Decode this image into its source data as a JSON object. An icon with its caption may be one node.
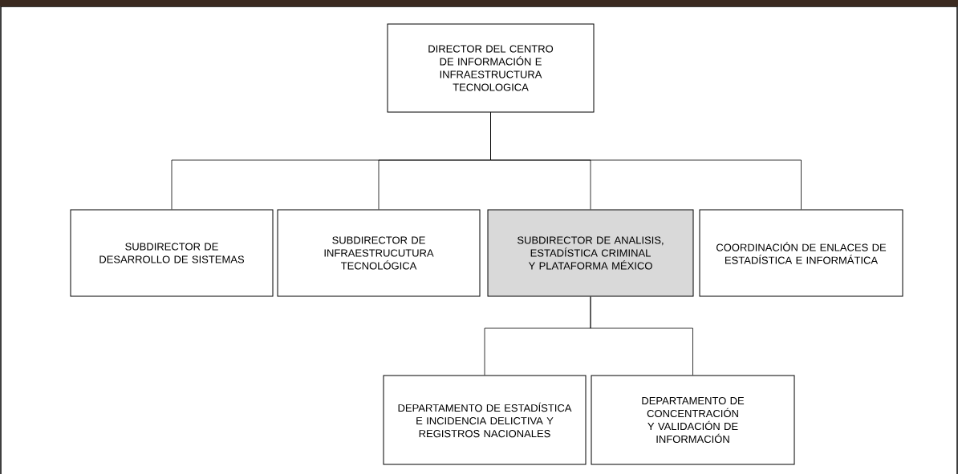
{
  "diagram": {
    "nodes": [
      {
        "text": [
          "DIRECTOR DEL CENTRO DE INFORMACIÓN E INFRAESTRUCTURA TECNOLOGICA"
        ]
      },
      {
        "text": [
          "SUBDIRECTOR DE DESARROLLO DE SISTEMAS"
        ]
      },
      {
        "text": [
          "SUBDIRECTOR DE INFRAESTRUCUTURA TECNOLÓGICA"
        ]
      },
      {
        "text": [
          "SUBDIRECTOR DE ANALISIS, ESTADÍSTICA CRIMINAL Y PLATAFORMA MÉXICO"
        ]
      },
      {
        "text": [
          "COORDINACIÓN DE ENLACES DE ESTADÍSTICA E INFORMÁTICA"
        ]
      },
      {
        "text": [
          "DEPARTAMENTO DE ESTADÍSTICA E INCIDENCIA DELICTIVA Y REGISTROS NACIONALES"
        ]
      },
      {
        "text": [
          "DEPARTAMENTO DE CONCENTRACIÓN Y VALIDACIÓN DE INFORMACIÓN"
        ]
      }
    ],
    "edges": [
      {
        "from": 0,
        "to": 1,
        "arrow": "none"
      },
      {
        "from": 0,
        "to": 2,
        "arrow": "none"
      },
      {
        "from": 0,
        "to": 3,
        "arrow": "none"
      },
      {
        "from": 0,
        "to": 4,
        "arrow": "none"
      },
      {
        "from": 3,
        "to": 5,
        "arrow": "none"
      },
      {
        "from": 3,
        "to": 6,
        "arrow": "none"
      }
    ]
  }
}
